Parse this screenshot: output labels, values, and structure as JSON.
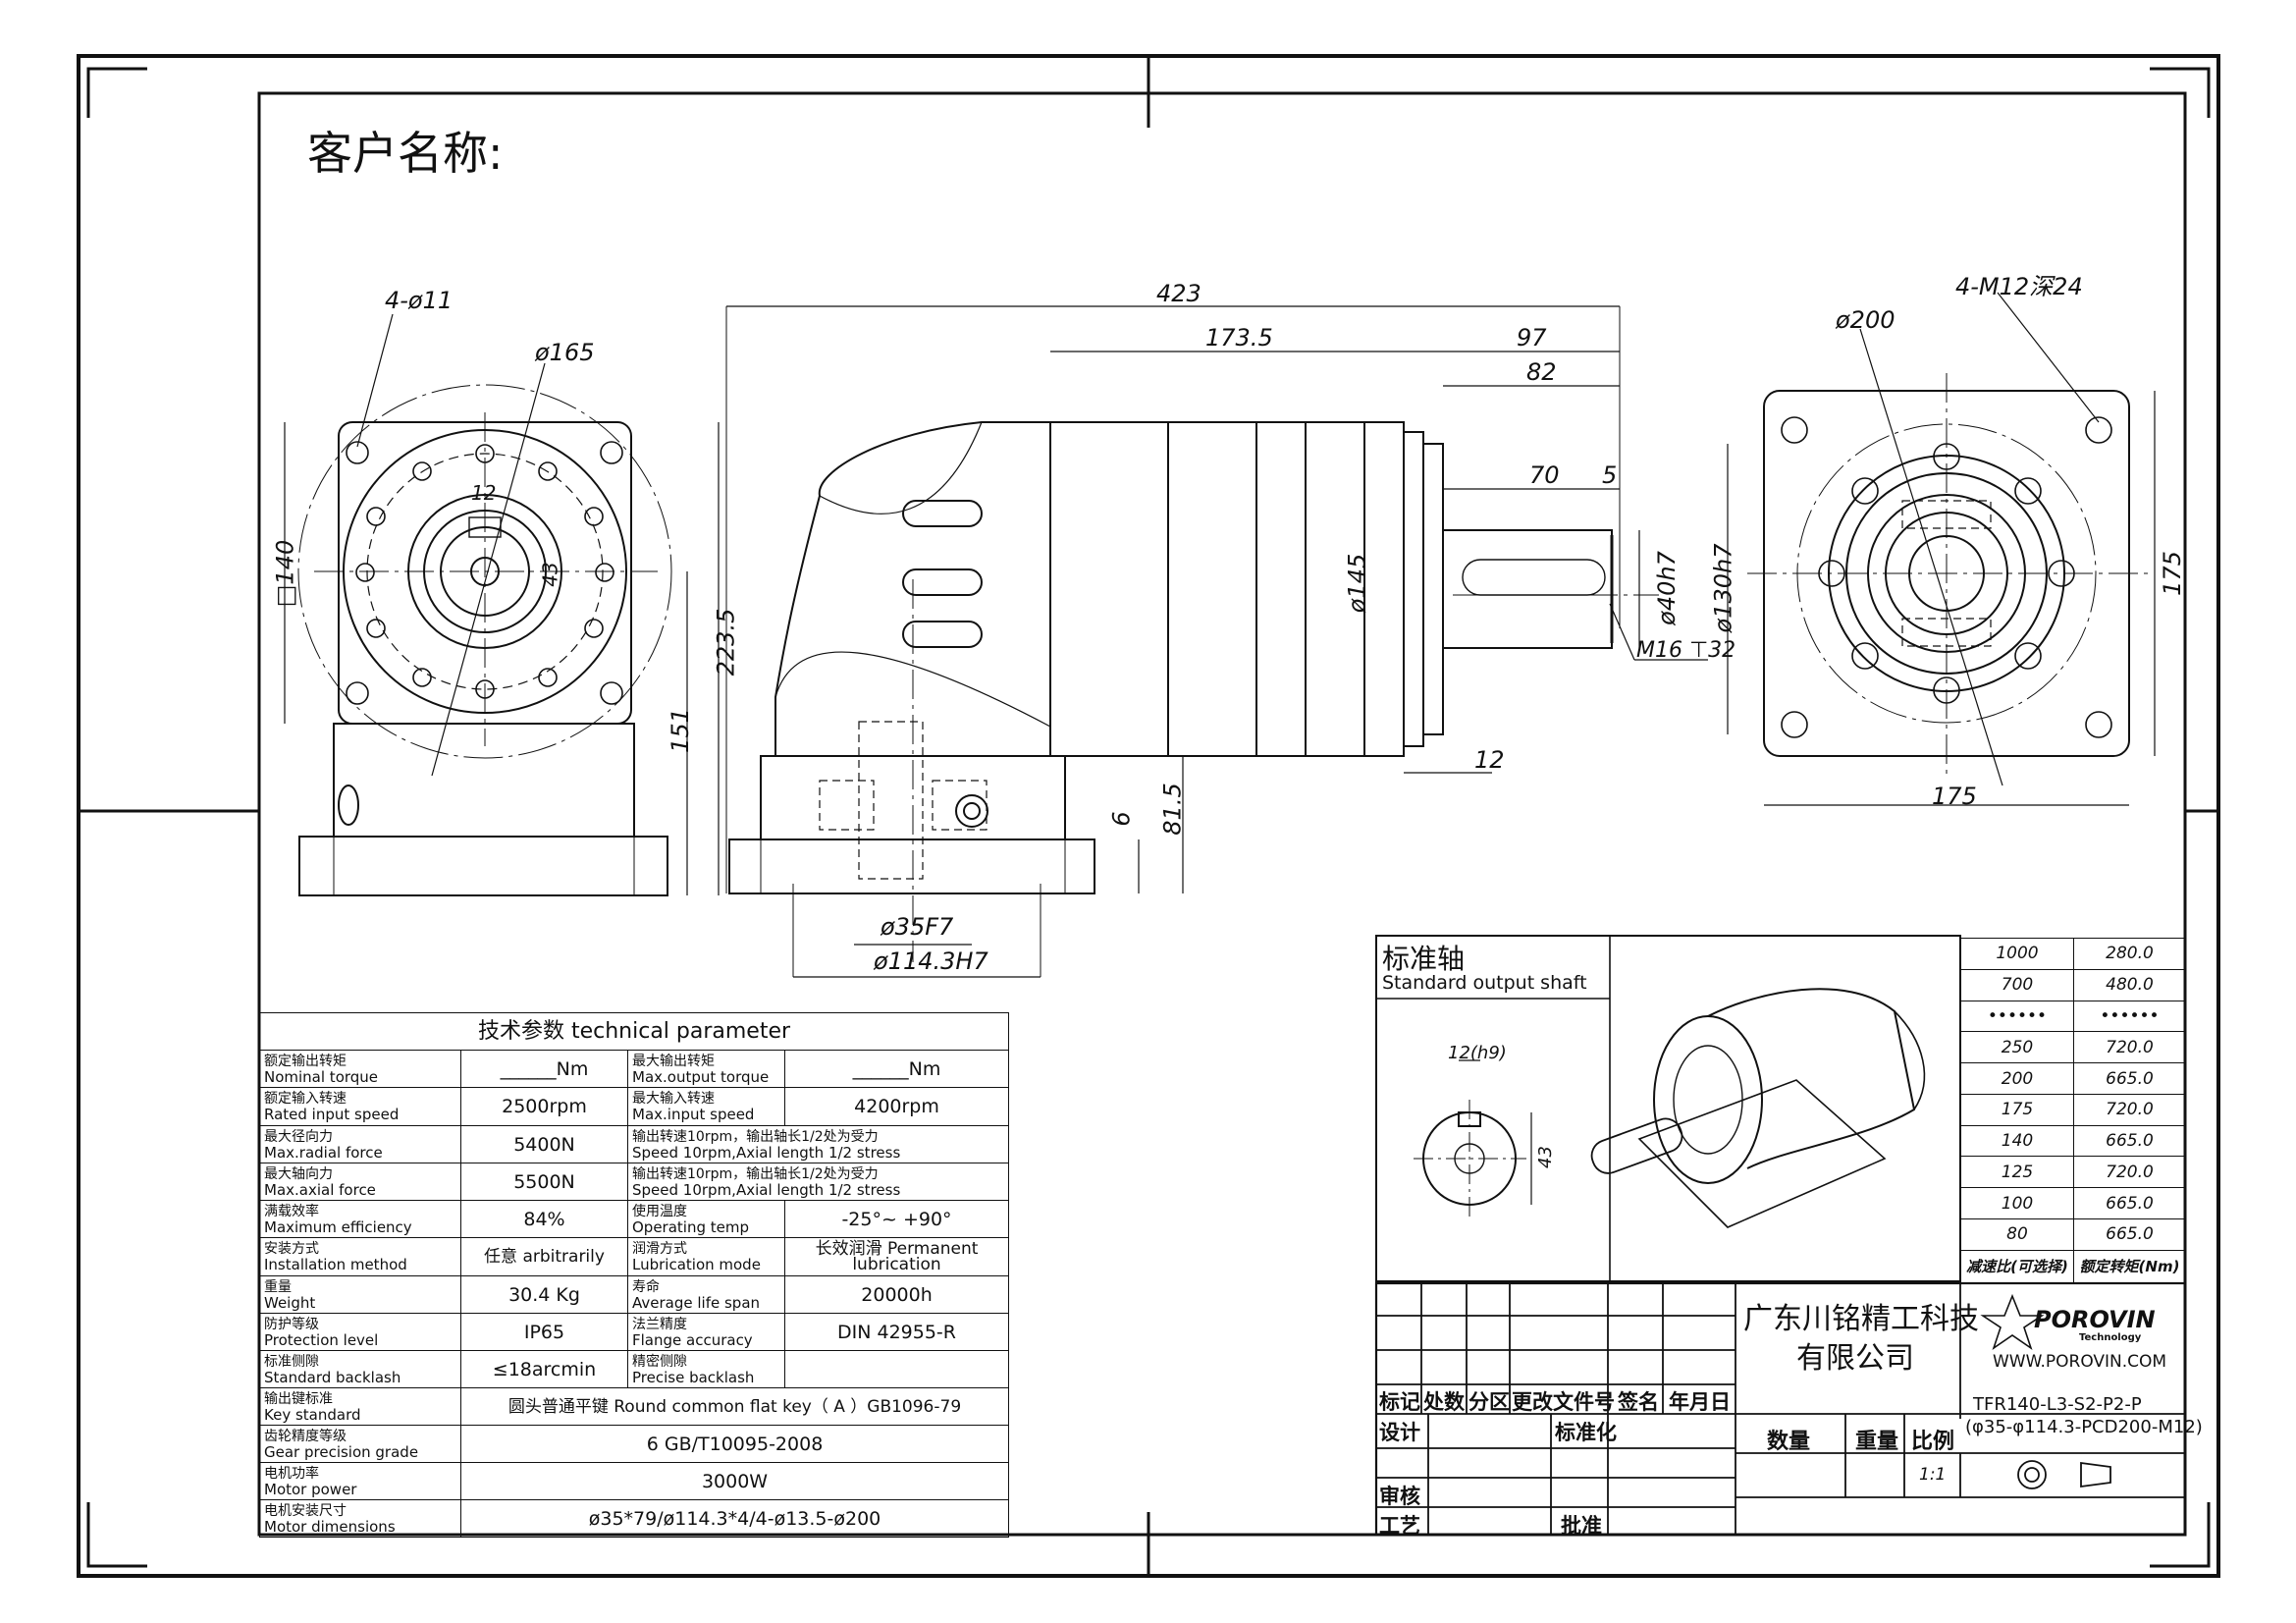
{
  "customer_label": "客户名称:",
  "dimensions": {
    "holes_4": "4-ø11",
    "d165": "ø165",
    "key12": "12",
    "d43": "43",
    "sq140": "140",
    "len423": "423",
    "len1735": "173.5",
    "len97": "97",
    "len82": "82",
    "len70": "70",
    "len5": "5",
    "d145": "ø145",
    "d40h7": "ø40h7",
    "d130h7": "ø130h7",
    "m16": "M16 ⊤32",
    "h2235": "223.5",
    "h151": "151",
    "h815": "81.5",
    "h6": "6",
    "w12": "12",
    "d35f7": "ø35F7",
    "d1143h7": "ø114.3H7",
    "d200": "ø200",
    "m12": "4-M12深24",
    "s175a": "175",
    "s175b": "175",
    "shaft_12h9": "12(h9)",
    "shaft_43": "43"
  },
  "shaft_box": {
    "title_zh": "标准轴",
    "title_en": "Standard output shaft"
  },
  "tech_params": {
    "title": "技术参数  technical parameter",
    "rows": [
      {
        "l_zh": "额定输出转矩",
        "l_en": "Nominal torque",
        "l_val": "______Nm",
        "r_zh": "最大输出转矩",
        "r_en": "Max.output torque",
        "r_val": "______Nm"
      },
      {
        "l_zh": "额定输入转速",
        "l_en": "Rated input speed",
        "l_val": "2500rpm",
        "r_zh": "最大输入转速",
        "r_en": "Max.input speed",
        "r_val": "4200rpm"
      },
      {
        "l_zh": "最大径向力",
        "l_en": "Max.radial force",
        "l_val": "5400N",
        "r_zh": "输出转速10rpm，输出轴长1/2处为受力",
        "r_en": "Speed 10rpm,Axial length 1/2 stress",
        "r_val": ""
      },
      {
        "l_zh": "最大轴向力",
        "l_en": "Max.axial force",
        "l_val": "5500N",
        "r_zh": "输出转速10rpm，输出轴长1/2处为受力",
        "r_en": "Speed 10rpm,Axial length 1/2 stress",
        "r_val": ""
      },
      {
        "l_zh": "满载效率",
        "l_en": "Maximum efficiency",
        "l_val": "84%",
        "r_zh": "使用温度",
        "r_en": "Operating temp",
        "r_val": "-25°~ +90°"
      },
      {
        "l_zh": "安装方式",
        "l_en": "Installation method",
        "l_val": "任意 arbitrarily",
        "r_zh": "润滑方式",
        "r_en": "Lubrication mode",
        "r_val": "长效润滑 Permanent lubrication"
      },
      {
        "l_zh": "重量",
        "l_en": "Weight",
        "l_val": "30.4 Kg",
        "r_zh": "寿命",
        "r_en": "Average life span",
        "r_val": "20000h"
      },
      {
        "l_zh": "防护等级",
        "l_en": "Protection level",
        "l_val": "IP65",
        "r_zh": "法兰精度",
        "r_en": "Flange accuracy",
        "r_val": "DIN 42955-R"
      },
      {
        "l_zh": "标准侧隙",
        "l_en": "Standard backlash",
        "l_val": "≤18arcmin",
        "r_zh": "精密侧隙",
        "r_en": "Precise backlash",
        "r_val": ""
      }
    ],
    "wide_rows": [
      {
        "zh": "输出键标准",
        "en": "Key standard",
        "val": "圆头普通平键 Round common flat key（ A ）GB1096-79"
      },
      {
        "zh": "齿轮精度等级",
        "en": "Gear precision grade",
        "val": "6 GB/T10095-2008"
      },
      {
        "zh": "电机功率",
        "en": "Motor power",
        "val": "3000W"
      },
      {
        "zh": "电机安装尺寸",
        "en": "Motor dimensions",
        "val": "ø35*79/ø114.3*4/4-ø13.5-ø200"
      }
    ]
  },
  "ratio_table": {
    "rows": [
      [
        "1000",
        "280.0"
      ],
      [
        "700",
        "480.0"
      ],
      [
        "••••••",
        "••••••"
      ],
      [
        "250",
        "720.0"
      ],
      [
        "200",
        "665.0"
      ],
      [
        "175",
        "720.0"
      ],
      [
        "140",
        "665.0"
      ],
      [
        "125",
        "720.0"
      ],
      [
        "100",
        "665.0"
      ],
      [
        "80",
        "665.0"
      ]
    ],
    "header": [
      "减速比(可选择)",
      "额定转矩(Nm)"
    ]
  },
  "title_block": {
    "company_line1": "广东川铭精工科技",
    "company_line2": "有限公司",
    "brand": "POROVIN",
    "brand_sub": "Technology",
    "website": "WWW.POROVIN.COM",
    "model_line1": "TFR140-L3-S2-P2-P",
    "model_line2": "(φ35-φ114.3-PCD200-M12)",
    "labels": {
      "biaoji": "标记",
      "chushu": "处数",
      "fenqu": "分区",
      "gengai": "更改文件号",
      "qianming": "签名",
      "nianyueri": "年月日",
      "sheji": "设计",
      "biaozhunhua": "标准化",
      "shuliang": "数量",
      "zhongliang": "重量",
      "bili": "比例",
      "scale": "1:1",
      "shenhe": "审核",
      "gongyi": "工艺",
      "pizhun": "批准"
    }
  }
}
